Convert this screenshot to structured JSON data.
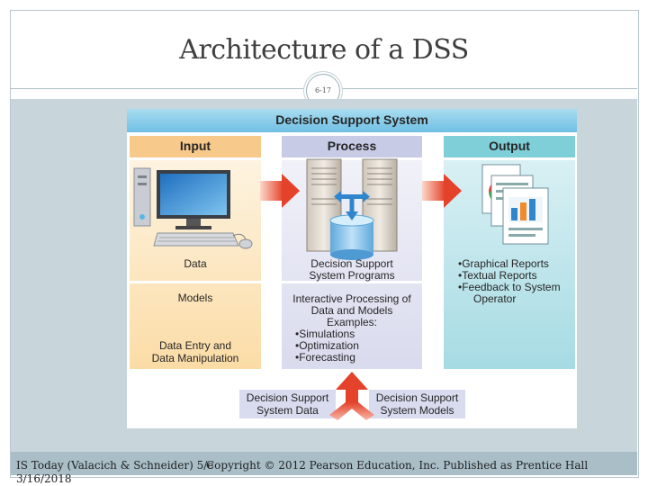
{
  "slide": {
    "title": "Architecture of a DSS",
    "slide_number": "6-17"
  },
  "footer": {
    "source": "IS Today (Valacich & Schneider) 5/e",
    "date": "3/16/2018",
    "copyright": "Copyright © 2012 Pearson Education, Inc. Published as Prentice Hall"
  },
  "diagram": {
    "title": "Decision Support System",
    "input": {
      "header": "Input",
      "data": "Data",
      "models": "Models",
      "entry_1": "Data Entry and",
      "entry_2": "Data Manipulation"
    },
    "process": {
      "header": "Process",
      "programs_1": "Decision Support",
      "programs_2": "System Programs",
      "interactive_1": "Interactive Processing of",
      "interactive_2": "Data and Models",
      "examples": "Examples:",
      "ex_1": "•Simulations",
      "ex_2": "•Optimization",
      "ex_3": "•Forecasting"
    },
    "output": {
      "header": "Output",
      "item_1": "•Graphical Reports",
      "item_2": "•Textual Reports",
      "item_3": "•Feedback to System",
      "item_3b": "Operator"
    },
    "sources": {
      "data_1": "Decision Support",
      "data_2": "System Data",
      "models_1": "Decision Support",
      "models_2": "System Models"
    }
  },
  "colors": {
    "input_header": "#f7c98a",
    "input_body": "#fbe7c4",
    "process_header": "#c7cbe6",
    "process_body": "#e5e6f3",
    "output_header": "#7fcfd8",
    "output_body": "#b9e3ea",
    "arrow": "#e8452c",
    "banner": "#7fc6e6"
  }
}
